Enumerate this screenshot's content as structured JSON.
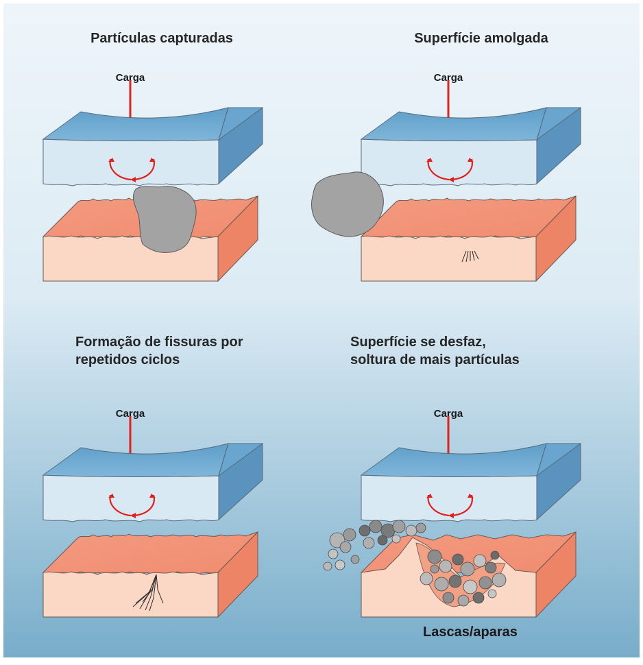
{
  "panels": [
    {
      "title_lines": [
        "Partículas capturadas"
      ],
      "load_label": "Carga"
    },
    {
      "title_lines": [
        "Superfície amolgada"
      ],
      "load_label": "Carga"
    },
    {
      "title_lines": [
        "Formação de fissuras por",
        "repetidos ciclos"
      ],
      "load_label": "Carga"
    },
    {
      "title_lines": [
        "Superfície se desfaz,",
        "soltura de mais partículas"
      ],
      "load_label": "Carga"
    }
  ],
  "footer_label": "Lascas/aparas",
  "colors": {
    "background_top": "#eaf3fa",
    "background_bottom": "#7fb1cd",
    "upper_block_top": "#6ca8cf",
    "upper_block_front": "#d9e9f3",
    "upper_block_side": "#5a94bf",
    "lower_block_top": "#f2967a",
    "lower_block_front": "#fbd7c6",
    "lower_block_side": "#ef8468",
    "particle": "#a3a3a3",
    "load_arrow": "#e3211c"
  }
}
